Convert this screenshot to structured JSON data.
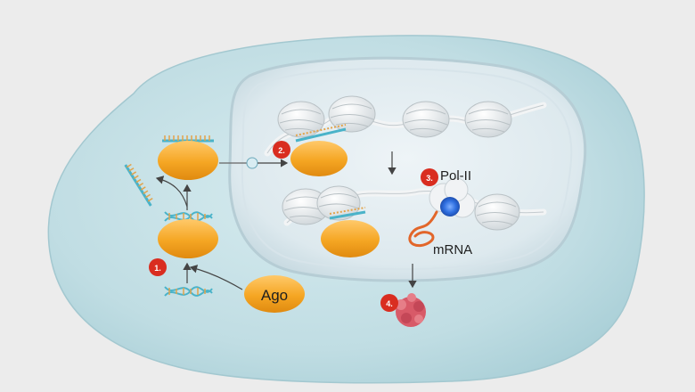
{
  "labels": {
    "ago": "Ago",
    "pol_ii": "Pol-II",
    "mrna": "mRNA"
  },
  "steps": [
    "1.",
    "2.",
    "3.",
    "4."
  ],
  "colors": {
    "background": "#ececec",
    "cytoplasm": "#bfdde3",
    "nucleus": "#e6eef2",
    "ago_protein": "#f5a623",
    "step_badge": "#d92d20",
    "mrna": "#e2662a",
    "polymerase_core": "#2f6fe0",
    "protein_product": "#d85a68"
  }
}
